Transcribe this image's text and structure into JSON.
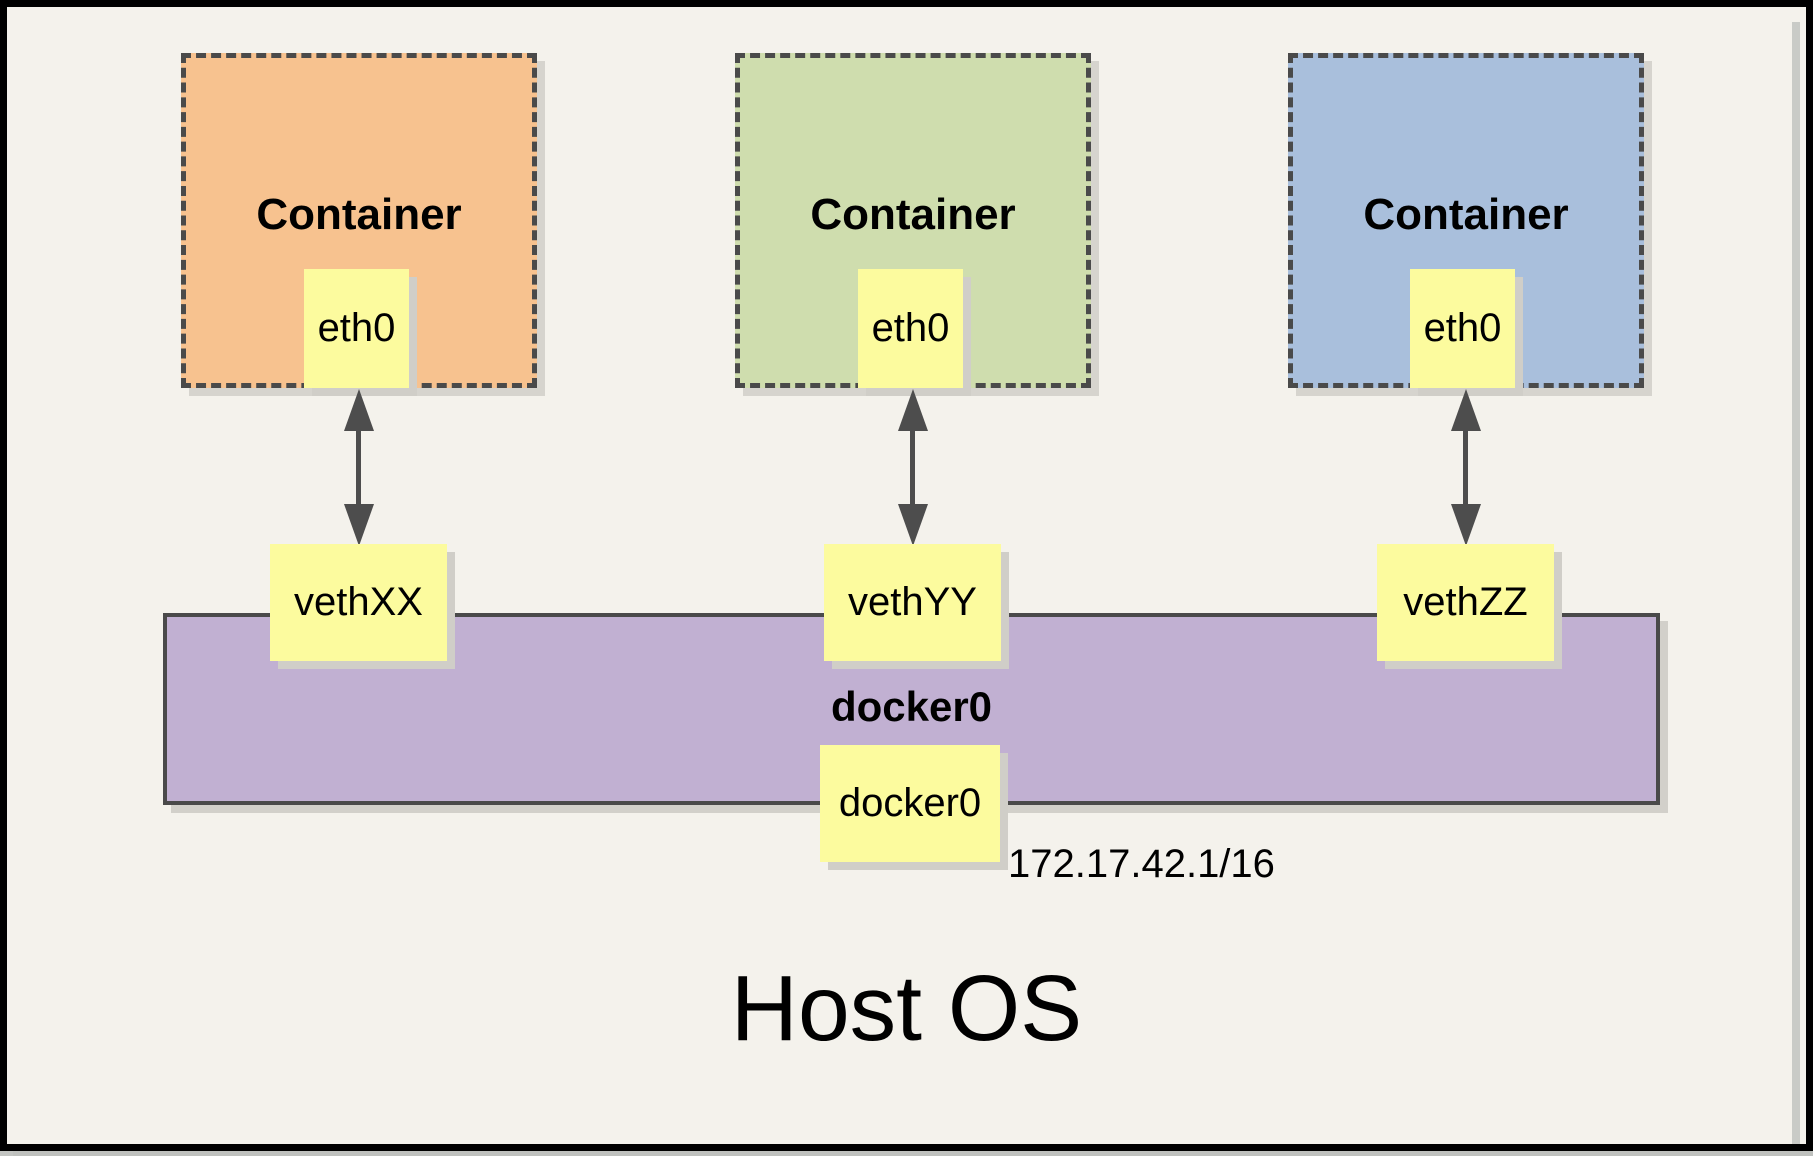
{
  "diagram": {
    "title": "Host OS",
    "columns": [
      {
        "container_label": "Container",
        "interface_label": "eth0",
        "veth_label": "vethXX",
        "fill": "#F7C28F"
      },
      {
        "container_label": "Container",
        "interface_label": "eth0",
        "veth_label": "vethYY",
        "fill": "#CFDDAE"
      },
      {
        "container_label": "Container",
        "interface_label": "eth0",
        "veth_label": "vethZZ",
        "fill": "#A9BFDC"
      }
    ],
    "bridge": {
      "label": "docker0",
      "interface_label": "docker0",
      "ip_address": "172.17.42.1/16",
      "fill": "#C1B0D2"
    },
    "colors": {
      "background": "#F4F2EC",
      "interface_fill": "#FCFB9E",
      "dashed_border": "#4A4A4A",
      "arrow": "#4D4D4D",
      "frame": "#000000"
    }
  }
}
